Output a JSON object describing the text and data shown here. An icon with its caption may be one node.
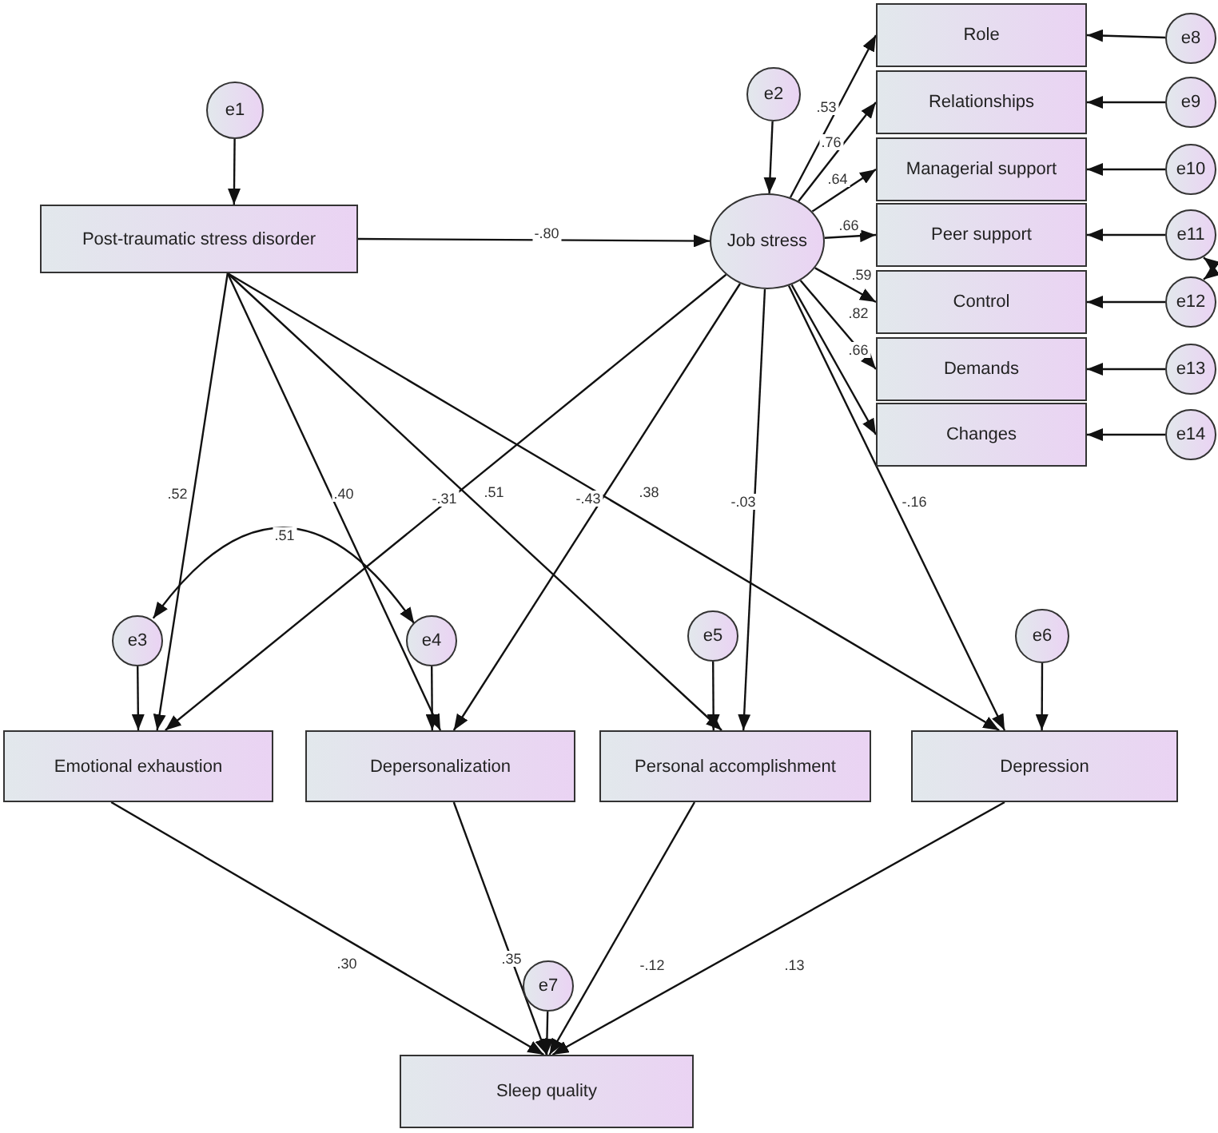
{
  "diagram": {
    "nodes": [
      {
        "text": [
          "e1"
        ]
      },
      {
        "text": [
          "e2"
        ]
      },
      {
        "text": [
          "Role"
        ]
      },
      {
        "text": [
          "e8"
        ]
      },
      {
        "text": [
          "Relationships"
        ]
      },
      {
        "text": [
          "e9"
        ]
      },
      {
        "text": [
          "Managerial support"
        ]
      },
      {
        "text": [
          "e10"
        ]
      },
      {
        "text": [
          "Post-traumatic stress disorder"
        ]
      },
      {
        "text": [
          "Job stress"
        ]
      },
      {
        "text": [
          "Peer support"
        ]
      },
      {
        "text": [
          "e11"
        ]
      },
      {
        "text": [
          "Control"
        ]
      },
      {
        "text": [
          "e12"
        ]
      },
      {
        "text": [
          "Demands"
        ]
      },
      {
        "text": [
          "e13"
        ]
      },
      {
        "text": [
          "Changes"
        ]
      },
      {
        "text": [
          "e14"
        ]
      },
      {
        "text": [
          "e3"
        ]
      },
      {
        "text": [
          "e4"
        ]
      },
      {
        "text": [
          "e5"
        ]
      },
      {
        "text": [
          "e6"
        ]
      },
      {
        "text": [
          "Emotional exhaustion"
        ]
      },
      {
        "text": [
          "Depersonalization"
        ]
      },
      {
        "text": [
          "Personal accomplishment"
        ]
      },
      {
        "text": [
          "Depression"
        ]
      },
      {
        "text": [
          "e7"
        ]
      },
      {
        "text": [
          "Sleep quality"
        ]
      }
    ],
    "edges": [
      {
        "from": 0,
        "to": 8,
        "arrow": "to"
      },
      {
        "from": 1,
        "to": 9,
        "arrow": "to"
      },
      {
        "from": 8,
        "to": 9,
        "arrow": "to",
        "label": "-.80"
      },
      {
        "from": 9,
        "to": 2,
        "arrow": "to",
        "label": ".53"
      },
      {
        "from": 9,
        "to": 4,
        "arrow": "to",
        "label": ".76"
      },
      {
        "from": 9,
        "to": 6,
        "arrow": "to",
        "label": ".64"
      },
      {
        "from": 9,
        "to": 10,
        "arrow": "to",
        "label": ".66"
      },
      {
        "from": 9,
        "to": 12,
        "arrow": "to",
        "label": ".59"
      },
      {
        "from": 9,
        "to": 14,
        "arrow": "to",
        "label": ".82"
      },
      {
        "from": 9,
        "to": 16,
        "arrow": "to",
        "label": ".66"
      },
      {
        "from": 3,
        "to": 2,
        "arrow": "to"
      },
      {
        "from": 5,
        "to": 4,
        "arrow": "to"
      },
      {
        "from": 7,
        "to": 6,
        "arrow": "to"
      },
      {
        "from": 11,
        "to": 10,
        "arrow": "to"
      },
      {
        "from": 13,
        "to": 12,
        "arrow": "to"
      },
      {
        "from": 15,
        "to": 14,
        "arrow": "to"
      },
      {
        "from": 17,
        "to": 16,
        "arrow": "to"
      },
      {
        "from": 11,
        "to": 13,
        "arrow": "both"
      },
      {
        "from": 8,
        "to": 22,
        "arrow": "to",
        "label": ".52"
      },
      {
        "from": 8,
        "to": 23,
        "arrow": "to",
        "label": ".40"
      },
      {
        "from": 8,
        "to": 24,
        "arrow": "to",
        "label": ".51"
      },
      {
        "from": 8,
        "to": 25,
        "arrow": "to",
        "label": ".38"
      },
      {
        "from": 9,
        "to": 22,
        "arrow": "to",
        "label": "-.31"
      },
      {
        "from": 9,
        "to": 23,
        "arrow": "to",
        "label": "-.43"
      },
      {
        "from": 9,
        "to": 24,
        "arrow": "to",
        "label": "-.03"
      },
      {
        "from": 9,
        "to": 25,
        "arrow": "to",
        "label": "-.16"
      },
      {
        "from": 18,
        "to": 19,
        "arrow": "both",
        "label": ".51"
      },
      {
        "from": 18,
        "to": 22,
        "arrow": "to"
      },
      {
        "from": 19,
        "to": 23,
        "arrow": "to"
      },
      {
        "from": 20,
        "to": 24,
        "arrow": "to"
      },
      {
        "from": 21,
        "to": 25,
        "arrow": "to"
      },
      {
        "from": 22,
        "to": 27,
        "arrow": "to",
        "label": ".30"
      },
      {
        "from": 23,
        "to": 27,
        "arrow": "to",
        "label": ".35"
      },
      {
        "from": 24,
        "to": 27,
        "arrow": "to",
        "label": "-.12"
      },
      {
        "from": 25,
        "to": 27,
        "arrow": "to",
        "label": ".13"
      },
      {
        "from": 26,
        "to": 27,
        "arrow": "to"
      }
    ]
  }
}
